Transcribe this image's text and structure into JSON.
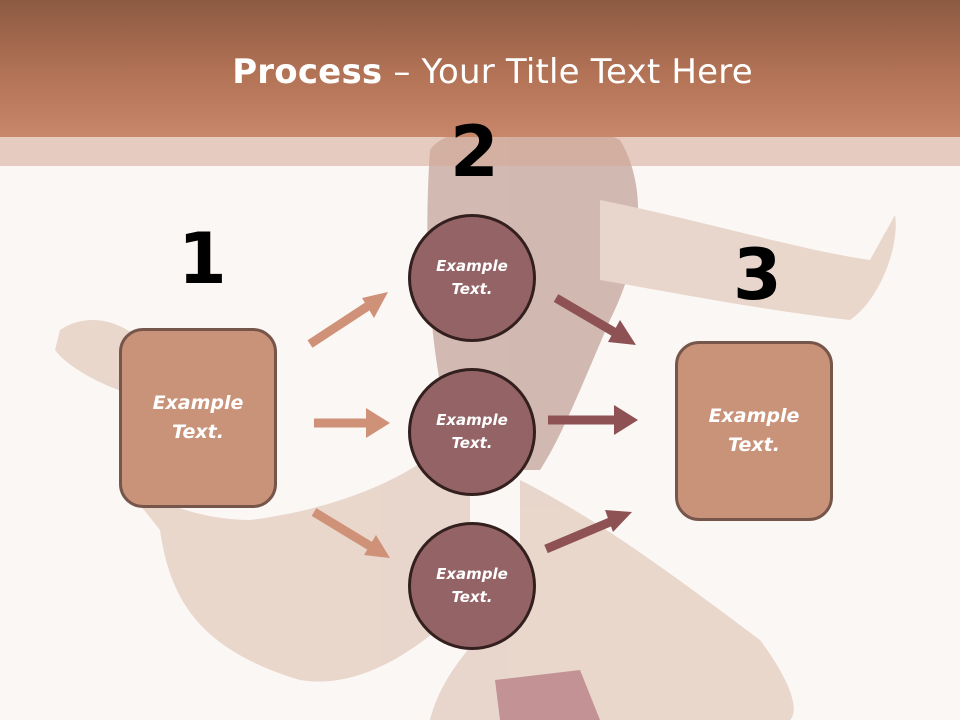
{
  "slide": {
    "title_bold": "Process",
    "title_rest": " – Your Title Text Here"
  },
  "steps": {
    "step1_number": "1",
    "step2_number": "2",
    "step3_number": "3"
  },
  "boxes": {
    "left_text": "Example\nText.",
    "right_text": "Example\nText."
  },
  "circles": [
    {
      "text": "Example\nText."
    },
    {
      "text": "Example\nText."
    },
    {
      "text": "Example\nText."
    }
  ],
  "colors": {
    "header": "#b37356",
    "box_fill": "#c9937a",
    "box_border": "#76554a",
    "circle_fill": "#946366",
    "circle_border": "#33201e",
    "arrow_light": "#cf9278",
    "arrow_dark": "#8e5254"
  }
}
